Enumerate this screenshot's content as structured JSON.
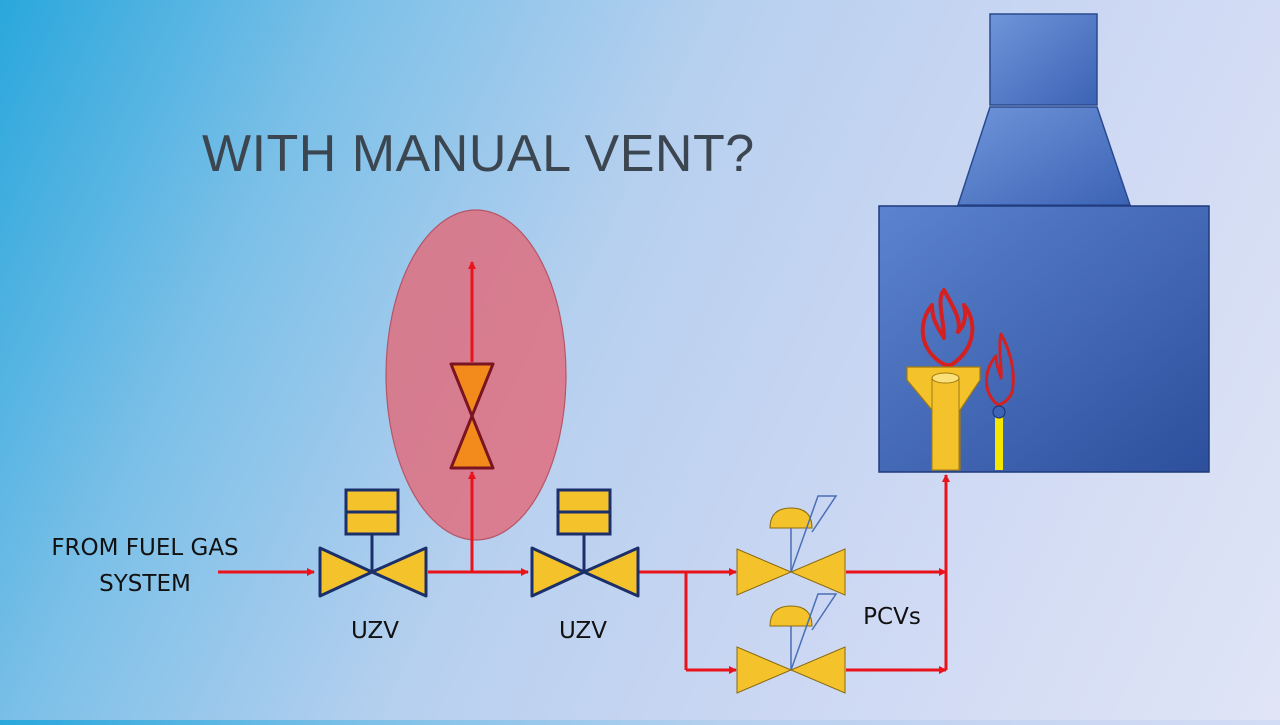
{
  "title": "WITH MANUAL VENT?",
  "labels": {
    "source_line1": "FROM FUEL GAS",
    "source_line2": "SYSTEM",
    "uzv_1": "UZV",
    "uzv_2": "UZV",
    "pcvs": "PCVs"
  },
  "colors": {
    "pipe": "#e8131b",
    "valve_fill": "#f4c22b",
    "valve_outline": "#1b2f6b",
    "vent_valve": "#f28a1c",
    "highlight": "#df6e7f",
    "furnace": "#3a60b0",
    "flame": "#d42020"
  }
}
